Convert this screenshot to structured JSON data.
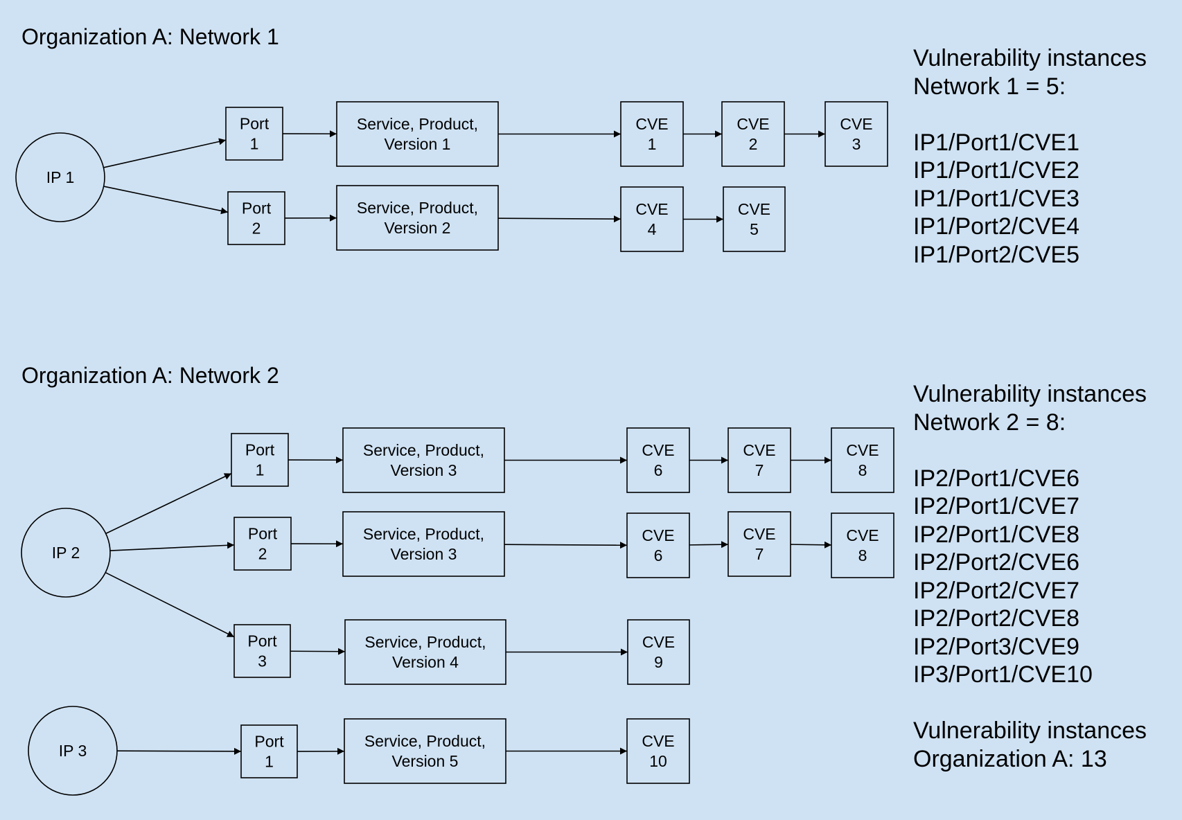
{
  "network1": {
    "title": "Organization A: Network 1",
    "summary_title": [
      "Vulnerability instances",
      "Network 1 = 5:"
    ],
    "instances": [
      "IP1/Port1/CVE1",
      "IP1/Port1/CVE2",
      "IP1/Port1/CVE3",
      "IP1/Port2/CVE4",
      "IP1/Port2/CVE5"
    ]
  },
  "network2": {
    "title": "Organization A: Network 2",
    "summary_title": [
      "Vulnerability instances",
      "Network 2 = 8:"
    ],
    "instances": [
      "IP2/Port1/CVE6",
      "IP2/Port1/CVE7",
      "IP2/Port1/CVE8",
      "IP2/Port2/CVE6",
      "IP2/Port2/CVE7",
      "IP2/Port2/CVE8",
      "IP2/Port3/CVE9",
      "IP3/Port1/CVE10"
    ]
  },
  "organization": {
    "summary_title": [
      "Vulnerability instances",
      "Organization A: 13"
    ]
  },
  "nodes": [
    {
      "id": "ip1",
      "kind": "ip",
      "label": [
        "IP 1"
      ]
    },
    {
      "id": "n1p1",
      "kind": "port",
      "label": [
        "Port",
        "1"
      ]
    },
    {
      "id": "n1p2",
      "kind": "port",
      "label": [
        "Port",
        "2"
      ]
    },
    {
      "id": "n1s1",
      "kind": "service",
      "label": [
        "Service, Product,",
        "Version 1"
      ]
    },
    {
      "id": "n1s2",
      "kind": "service",
      "label": [
        "Service, Product,",
        "Version 2"
      ]
    },
    {
      "id": "cve1",
      "kind": "cve",
      "label": [
        "CVE",
        "1"
      ]
    },
    {
      "id": "cve2",
      "kind": "cve",
      "label": [
        "CVE",
        "2"
      ]
    },
    {
      "id": "cve3",
      "kind": "cve",
      "label": [
        "CVE",
        "3"
      ]
    },
    {
      "id": "cve4",
      "kind": "cve",
      "label": [
        "CVE",
        "4"
      ]
    },
    {
      "id": "cve5",
      "kind": "cve",
      "label": [
        "CVE",
        "5"
      ]
    },
    {
      "id": "ip2",
      "kind": "ip",
      "label": [
        "IP 2"
      ]
    },
    {
      "id": "n2p1",
      "kind": "port",
      "label": [
        "Port",
        "1"
      ]
    },
    {
      "id": "n2p2",
      "kind": "port",
      "label": [
        "Port",
        "2"
      ]
    },
    {
      "id": "n2p3",
      "kind": "port",
      "label": [
        "Port",
        "3"
      ]
    },
    {
      "id": "n2s1",
      "kind": "service",
      "label": [
        "Service, Product,",
        "Version 3"
      ]
    },
    {
      "id": "n2s2",
      "kind": "service",
      "label": [
        "Service, Product,",
        "Version 3"
      ]
    },
    {
      "id": "n2s3",
      "kind": "service",
      "label": [
        "Service, Product,",
        "Version 4"
      ]
    },
    {
      "id": "cve6a",
      "kind": "cve",
      "label": [
        "CVE",
        "6"
      ]
    },
    {
      "id": "cve7a",
      "kind": "cve",
      "label": [
        "CVE",
        "7"
      ]
    },
    {
      "id": "cve8a",
      "kind": "cve",
      "label": [
        "CVE",
        "8"
      ]
    },
    {
      "id": "cve6b",
      "kind": "cve",
      "label": [
        "CVE",
        "6"
      ]
    },
    {
      "id": "cve7b",
      "kind": "cve",
      "label": [
        "CVE",
        "7"
      ]
    },
    {
      "id": "cve8b",
      "kind": "cve",
      "label": [
        "CVE",
        "8"
      ]
    },
    {
      "id": "cve9",
      "kind": "cve",
      "label": [
        "CVE",
        "9"
      ]
    },
    {
      "id": "ip3",
      "kind": "ip",
      "label": [
        "IP 3"
      ]
    },
    {
      "id": "n3p1",
      "kind": "port",
      "label": [
        "Port",
        "1"
      ]
    },
    {
      "id": "n3s1",
      "kind": "service",
      "label": [
        "Service, Product,",
        "Version 5"
      ]
    },
    {
      "id": "cve10",
      "kind": "cve",
      "label": [
        "CVE",
        "10"
      ]
    }
  ],
  "edges": [
    [
      "ip1",
      "n1p1"
    ],
    [
      "ip1",
      "n1p2"
    ],
    [
      "n1p1",
      "n1s1"
    ],
    [
      "n1s1",
      "cve1"
    ],
    [
      "cve1",
      "cve2"
    ],
    [
      "cve2",
      "cve3"
    ],
    [
      "n1p2",
      "n1s2"
    ],
    [
      "n1s2",
      "cve4"
    ],
    [
      "cve4",
      "cve5"
    ],
    [
      "ip2",
      "n2p1"
    ],
    [
      "ip2",
      "n2p2"
    ],
    [
      "ip2",
      "n2p3"
    ],
    [
      "n2p1",
      "n2s1"
    ],
    [
      "n2s1",
      "cve6a"
    ],
    [
      "cve6a",
      "cve7a"
    ],
    [
      "cve7a",
      "cve8a"
    ],
    [
      "n2p2",
      "n2s2"
    ],
    [
      "n2s2",
      "cve6b"
    ],
    [
      "cve6b",
      "cve7b"
    ],
    [
      "cve7b",
      "cve8b"
    ],
    [
      "n2p3",
      "n2s3"
    ],
    [
      "n2s3",
      "cve9"
    ],
    [
      "ip3",
      "n3p1"
    ],
    [
      "n3p1",
      "n3s1"
    ],
    [
      "n3s1",
      "cve10"
    ]
  ]
}
